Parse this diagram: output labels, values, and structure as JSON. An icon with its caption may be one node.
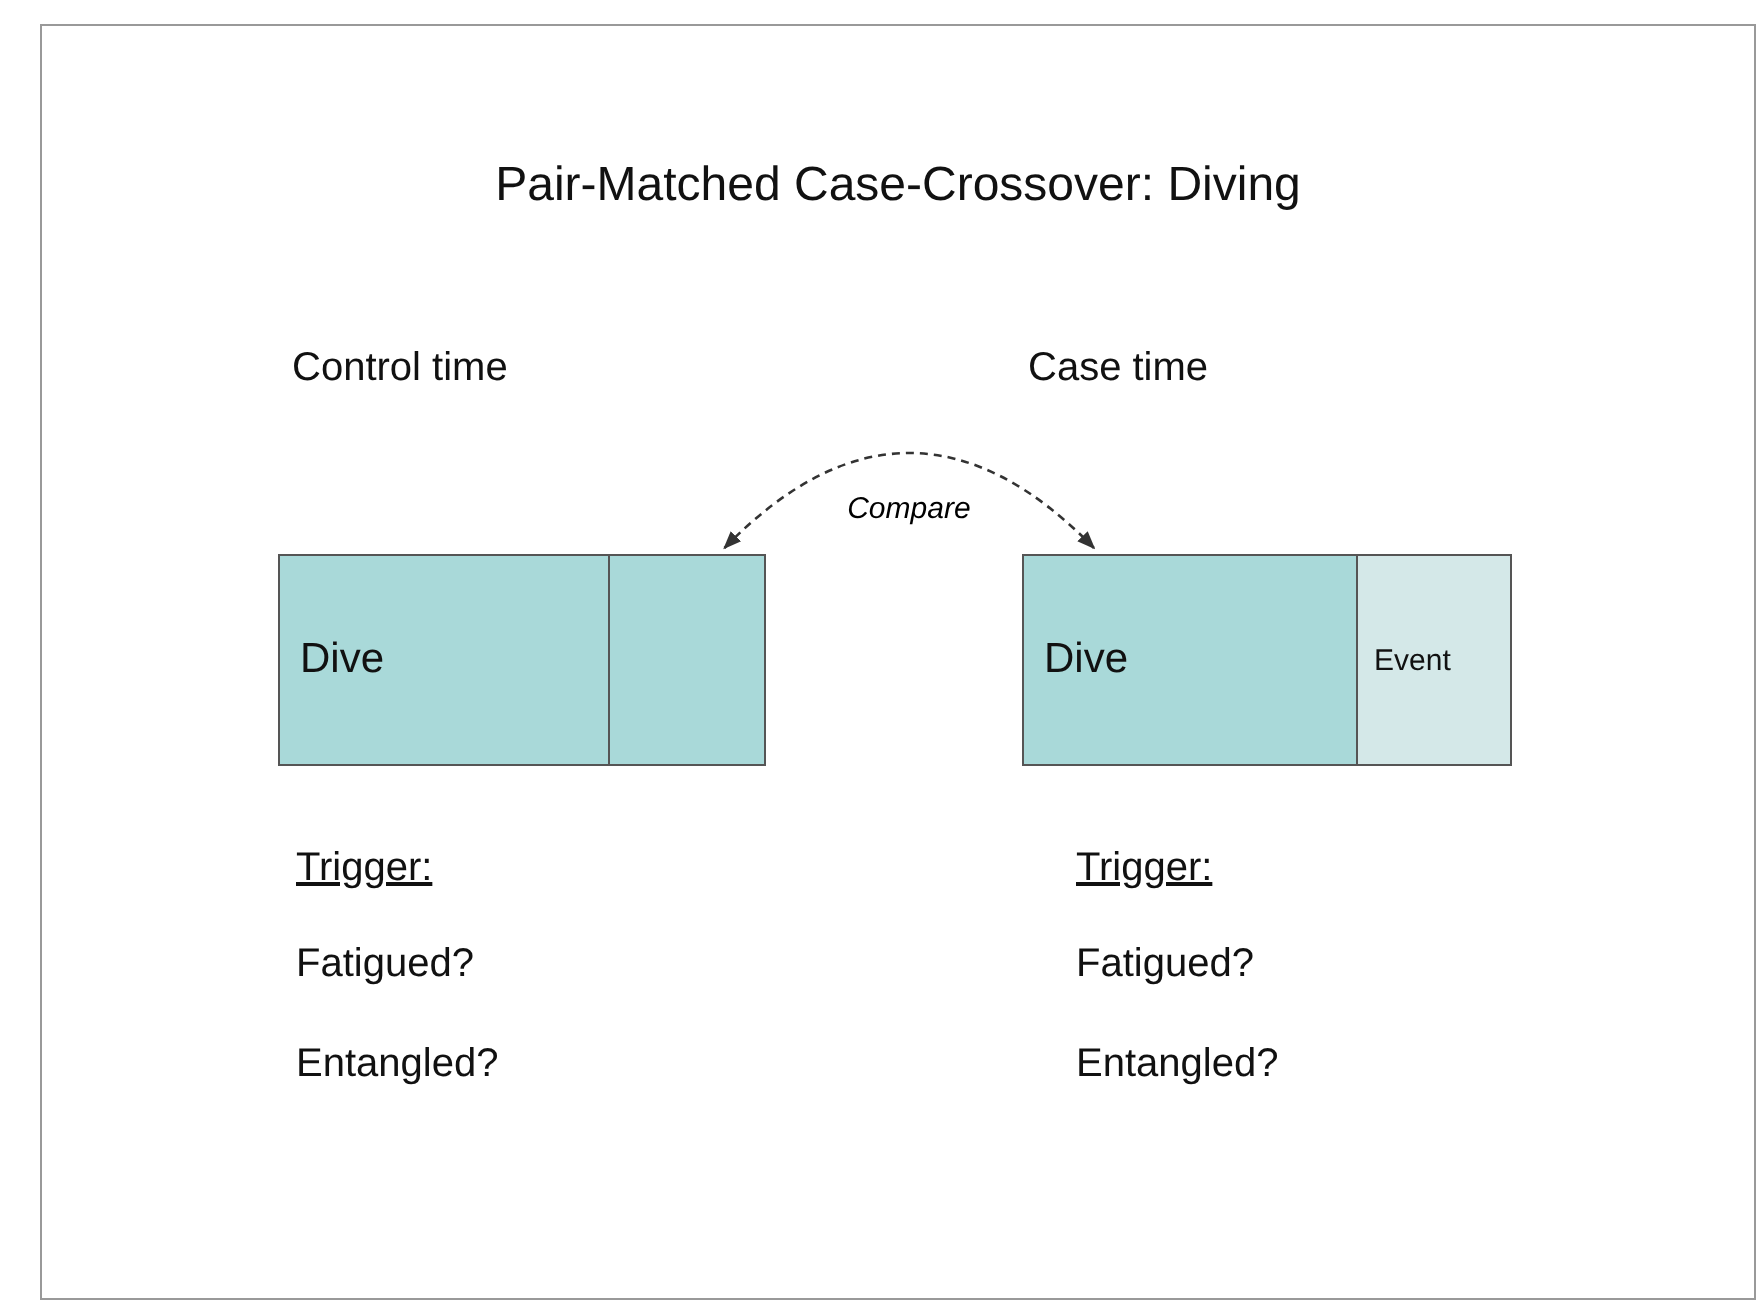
{
  "diagram": {
    "title": "Pair-Matched Case-Crossover: Diving",
    "nodes": [
      {
        "text": [
          "Dive"
        ]
      },
      {
        "text": [],
        "shape": "box"
      },
      {
        "text": [
          "Dive"
        ]
      },
      {
        "text": [
          "Event"
        ]
      }
    ],
    "edges": [
      {
        "from": 1,
        "to": 2,
        "arrow": "both",
        "label": "Compare",
        "style": "dashed"
      }
    ],
    "labels": [
      "Control time",
      "Case time",
      "Trigger:",
      "Trigger:",
      "Fatigued?",
      "Fatigued?",
      "Entangled?",
      "Entangled?"
    ]
  }
}
